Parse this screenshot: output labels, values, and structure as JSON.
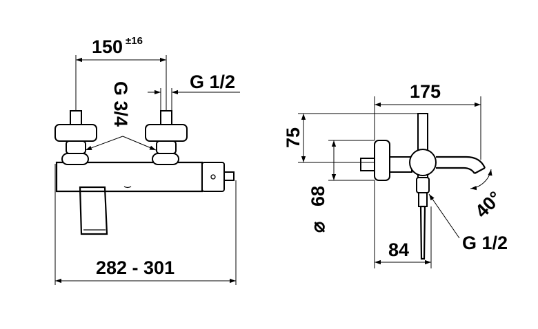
{
  "front_view": {
    "dims": {
      "inlet_spacing": "150",
      "inlet_tolerance": "±16",
      "inlet_thread": "G 1/2",
      "eccentric_thread": "G 3/4",
      "overall_width": "282 - 301"
    }
  },
  "side_view": {
    "dims": {
      "projection": "175",
      "wall_to_body": "75",
      "rosette_diameter": "68",
      "diameter_symbol": "⌀",
      "spout_depth": "84",
      "outlet_thread": "G 1/2",
      "swivel_angle": "40°"
    }
  }
}
